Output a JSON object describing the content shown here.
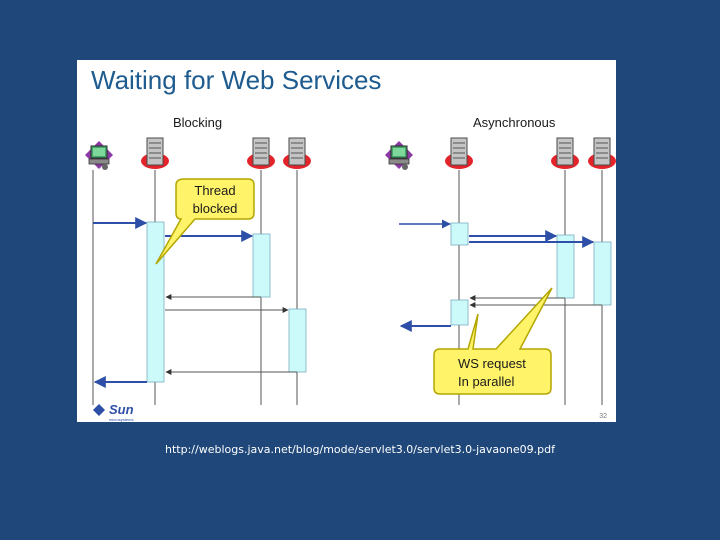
{
  "slide": {
    "title": "Waiting for Web Services",
    "page_number": "32",
    "logo_text": "Sun",
    "logo_subtext": "microsystems"
  },
  "blocking": {
    "label": "Blocking",
    "callout": [
      "Thread",
      "blocked"
    ]
  },
  "asynchronous": {
    "label": "Asynchronous",
    "callout": [
      "WS request",
      "In parallel"
    ]
  },
  "icons": [
    "client-computer-icon",
    "server-icon"
  ],
  "colors": {
    "background": "#1f477a",
    "title": "#1e5b8f",
    "activation": "#ccf9f9",
    "message_arrow": "#2e4fa8",
    "callout_fill": "#fff36a"
  },
  "caption": "http://weblogs.java.net/blog/mode/servlet3.0/servlet3.0-javaone09.pdf"
}
